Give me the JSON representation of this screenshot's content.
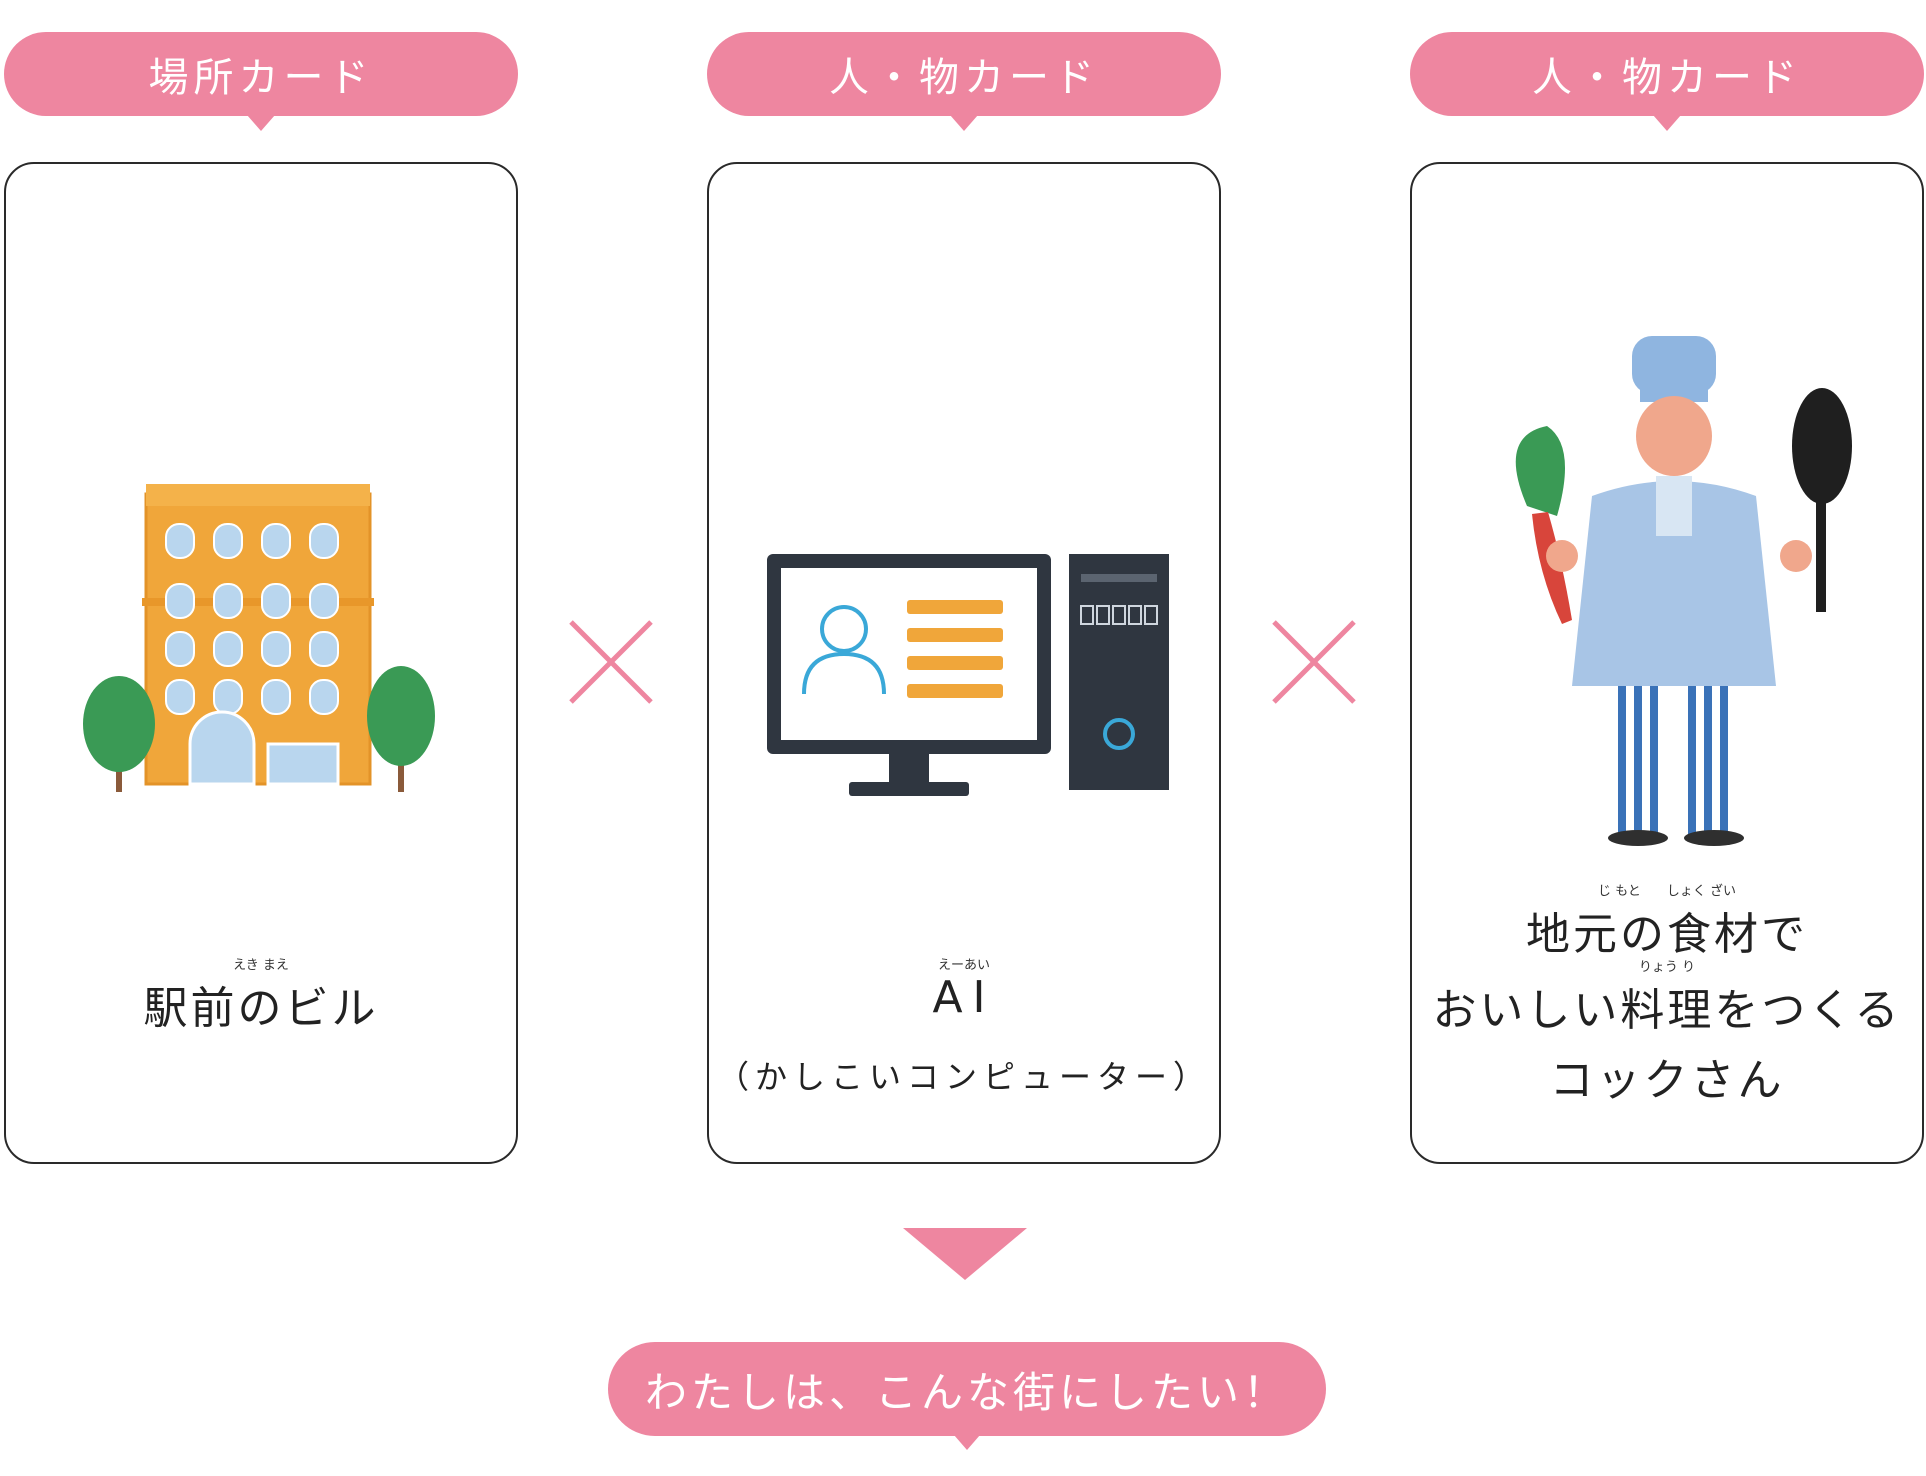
{
  "headers": [
    {
      "label": "場所カード"
    },
    {
      "label": "人・物カード"
    },
    {
      "label": "人・物カード"
    }
  ],
  "cards": [
    {
      "ruby": "えき まえ",
      "main": "駅前のビル"
    },
    {
      "ruby": "えーあい",
      "main": "AI",
      "sub": "（かしこいコンピューター）"
    },
    {
      "ruby1": "じ もと　　しょく ざい",
      "line1": "地元の食材で",
      "ruby2": "りょう り",
      "line2": "おいしい料理をつくる",
      "line3": "コックさん"
    }
  ],
  "operator_icon": "multiply-cross",
  "result": {
    "label": "わたしは、こんな街にしたい！"
  },
  "colors": {
    "accent": "#ee86a0",
    "border": "#2a2a2a"
  }
}
